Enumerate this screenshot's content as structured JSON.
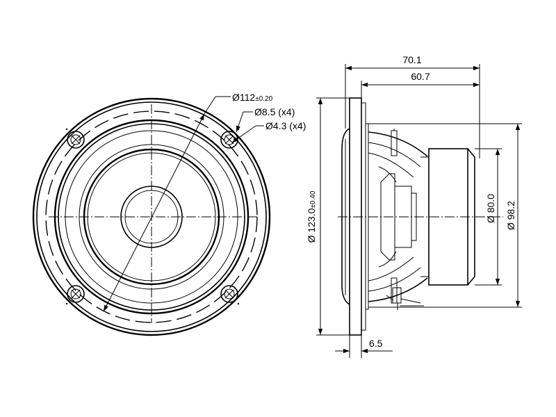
{
  "front_view": {
    "flange_diameter": {
      "symbol": "Ø",
      "value": "112",
      "tolerance": "±0.20"
    },
    "hole_large": "Ø8.5 (x4)",
    "hole_small": "Ø4.3 (x4)"
  },
  "side_view": {
    "overall_depth": "70.1",
    "depth_from_flange": "60.7",
    "outer_diameter": {
      "value": "Ø 123.0",
      "tolerance": "±0.40"
    },
    "magnet_diameter": "Ø 80.0",
    "frame_diameter": "Ø 98.2",
    "flange_thickness": "6.5"
  }
}
